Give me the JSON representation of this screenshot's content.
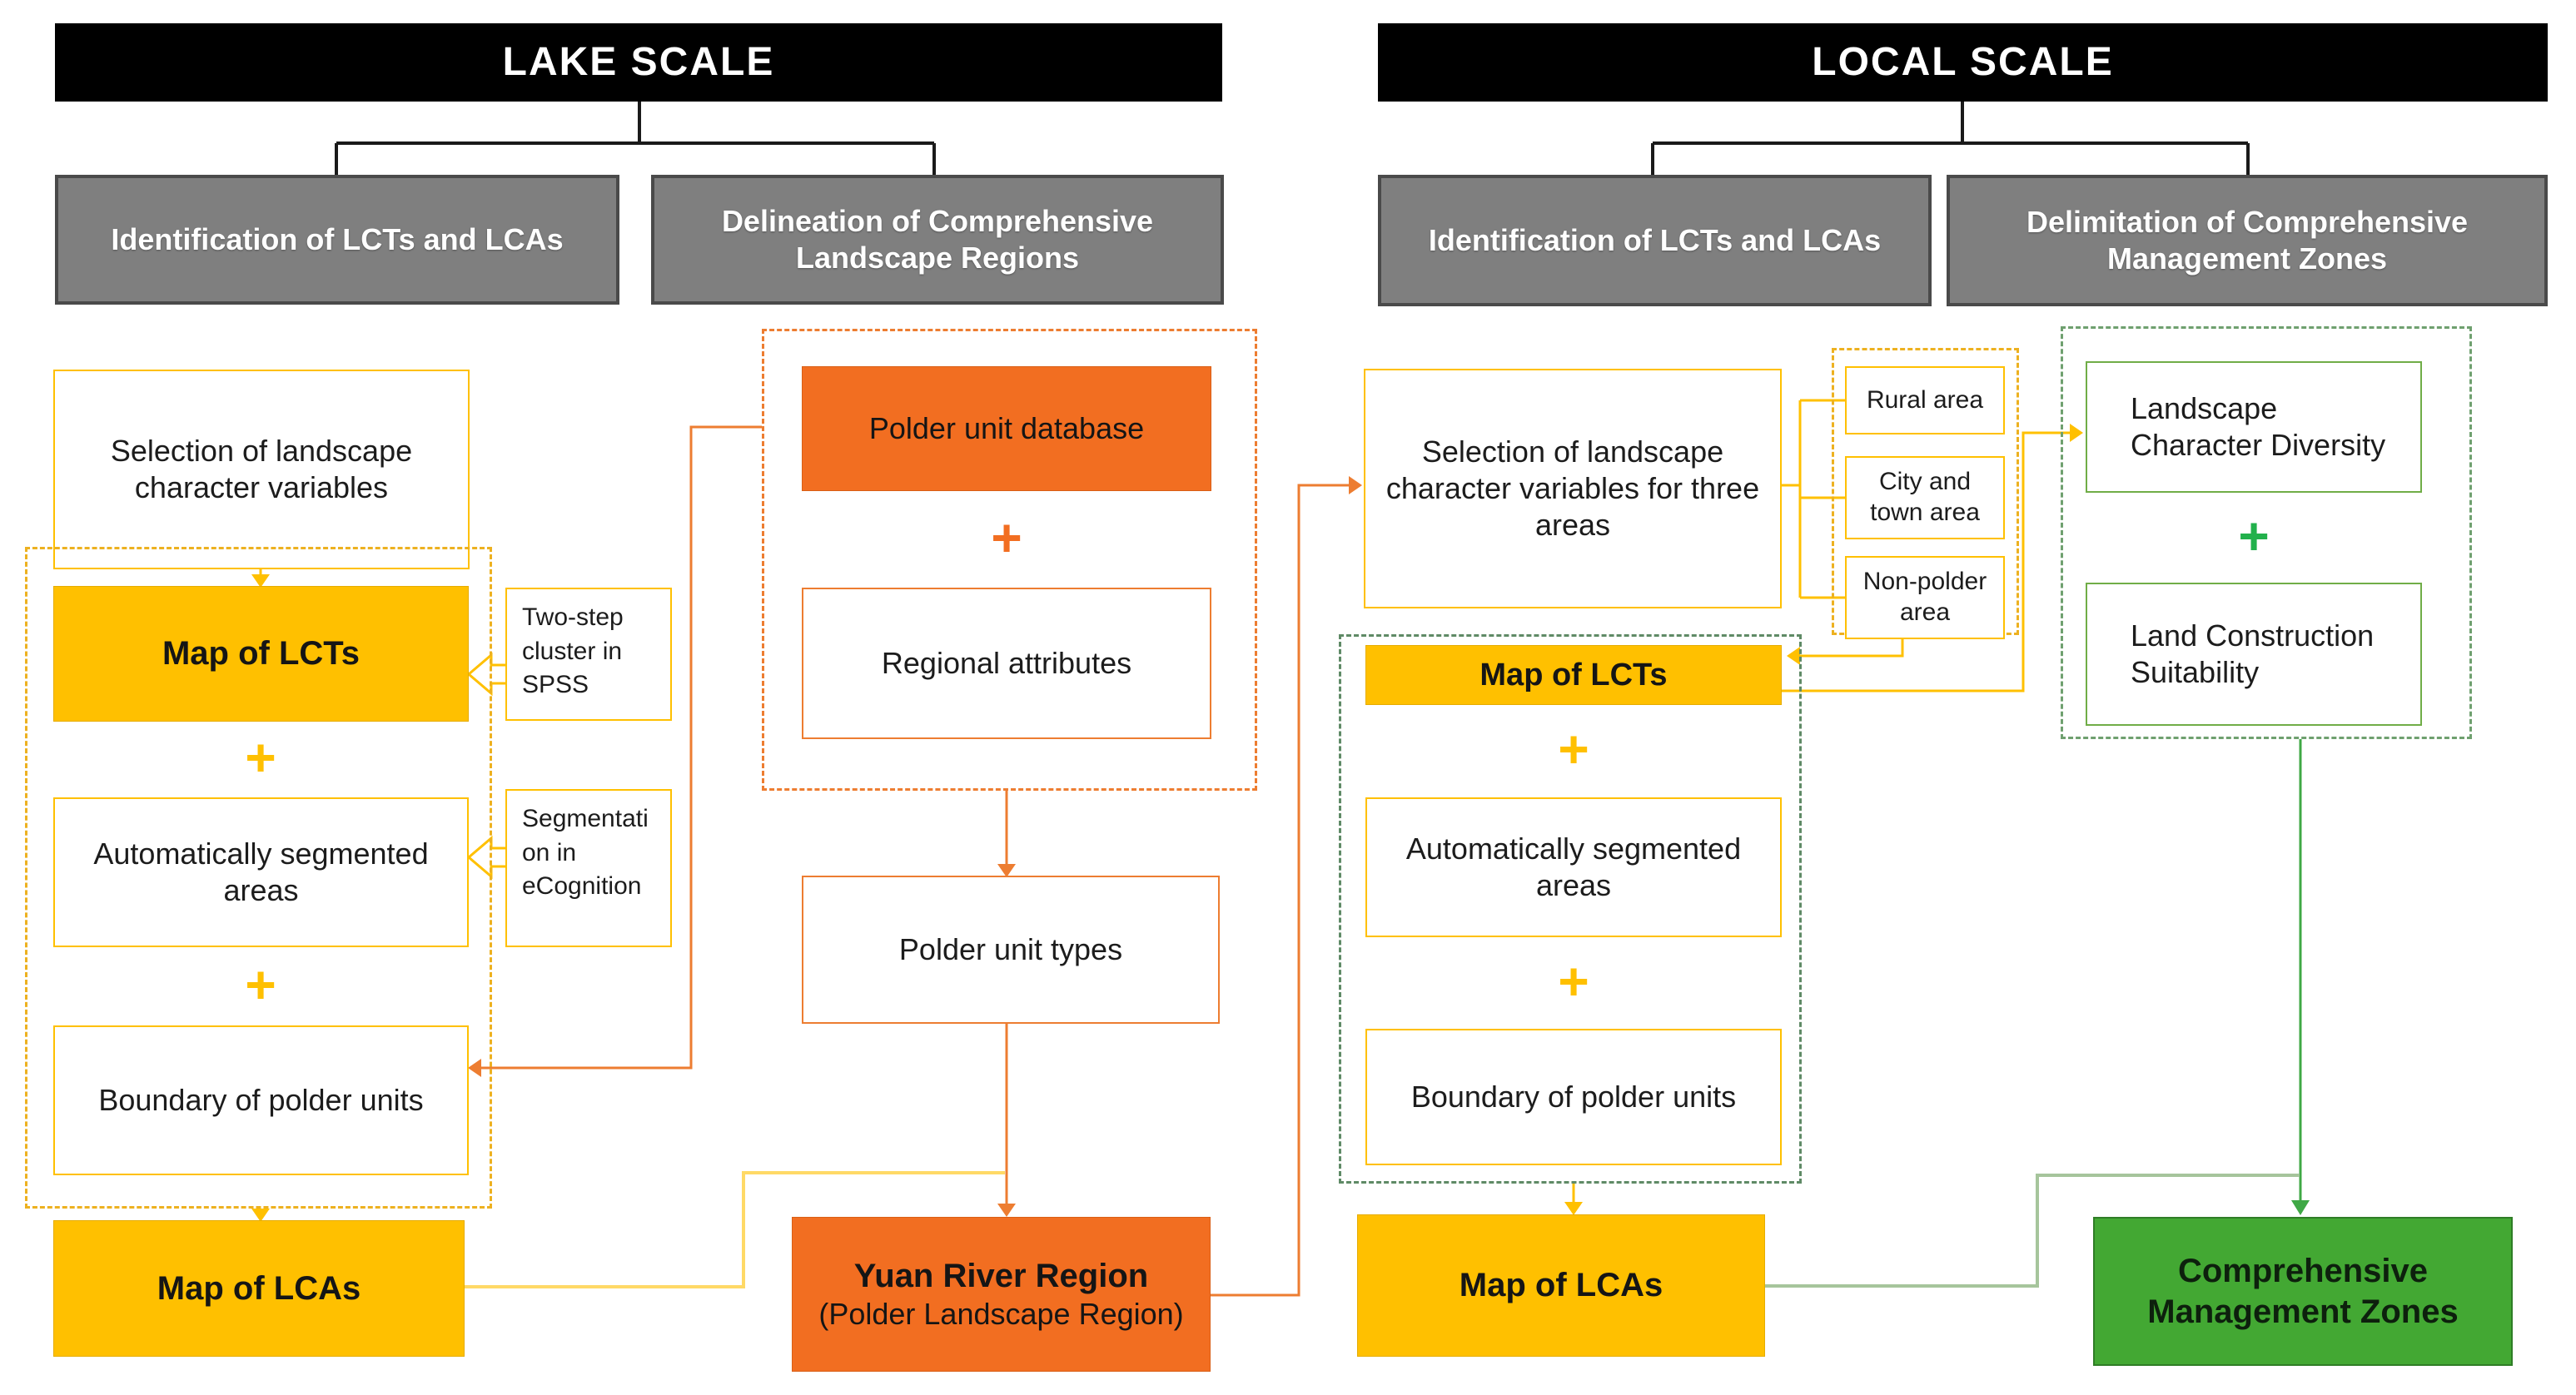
{
  "symbols": {
    "plus": "+"
  },
  "palette": {
    "yellow": "#FFC000",
    "pale_yellow_line": "#FFD966",
    "orange_fill": "#F26E21",
    "orange_line": "#ED7D31",
    "green_fill": "#43A833",
    "green_line": "#3FA845",
    "pale_green_line": "#A6C59C",
    "gray_box": "#7F7F7F",
    "header_bar": "#000000"
  },
  "lake": {
    "title": "LAKE SCALE",
    "branches": [
      "Identification of LCTs and LCAs",
      "Delineation of Comprehensive Landscape Regions"
    ],
    "selection": "Selection of landscape character variables",
    "map_lcts": "Map of LCTs",
    "auto_seg": "Automatically segmented areas",
    "boundary": "Boundary of polder units",
    "map_lcas": "Map of LCAs",
    "two_step_lines": [
      "Two-step",
      "cluster in",
      "SPSS"
    ],
    "segmentation_lines": [
      "Segmentati",
      "on in",
      "eCognition"
    ]
  },
  "middle": {
    "polder_db": "Polder unit database",
    "regional_attributes": "Regional attributes",
    "polder_types": "Polder unit types",
    "yuan_title": "Yuan River Region",
    "yuan_sub": "(Polder Landscape Region)"
  },
  "local": {
    "title": "LOCAL SCALE",
    "branches": [
      "Identification of LCTs and LCAs",
      "Delimitation of Comprehensive Management Zones"
    ],
    "selection": "Selection of landscape character variables for three areas",
    "areas": [
      "Rural area",
      "City and town area",
      "Non-polder area"
    ],
    "map_lcts": "Map of LCTs",
    "auto_seg": "Automatically segmented areas",
    "boundary": "Boundary of polder units",
    "map_lcas": "Map of LCAs",
    "lcd": "Landscape Character Diversity",
    "lcs": "Land Construction Suitability",
    "cmz": "Comprehensive Management Zones"
  }
}
